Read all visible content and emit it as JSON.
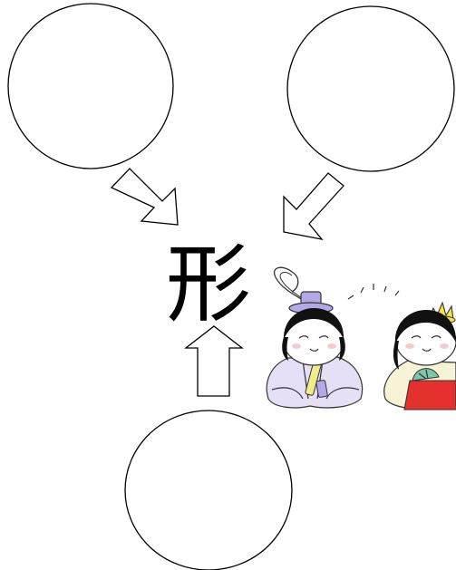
{
  "diagram": {
    "center_character": "形",
    "bubbles": [
      {
        "role": "input-top-left",
        "text": ""
      },
      {
        "role": "input-top-right",
        "text": ""
      },
      {
        "role": "input-bottom",
        "text": ""
      }
    ],
    "illustration": "hina-dolls",
    "colors": {
      "stroke": "#000000",
      "emperor_hat": "#b5a8e6",
      "emperor_robe": "#e5e0f5",
      "emperor_scepter": "#f0ec8a",
      "empress_crown": "#f4e04d",
      "empress_robe_red": "#e53030",
      "empress_fan": "#7cc7a6",
      "cheek": "#f6c9cf"
    }
  }
}
